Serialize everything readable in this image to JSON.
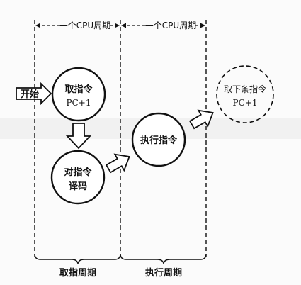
{
  "cycle_header": {
    "left_label": "一个CPU周期",
    "right_label": "一个CPU周期"
  },
  "start_label": "开始",
  "nodes": {
    "fetch": {
      "line1": "取指令",
      "line2": "PC+1"
    },
    "decode": {
      "line1": "对指令",
      "line2": "译码"
    },
    "execute": {
      "line1": "执行指令"
    },
    "next_fetch": {
      "line1": "取下条指令",
      "line2": "PC+1"
    }
  },
  "phases": {
    "fetch_phase": "取指周期",
    "execute_phase": "执行周期"
  },
  "colors": {
    "stroke": "#111111",
    "background": "#fbfbfb"
  }
}
